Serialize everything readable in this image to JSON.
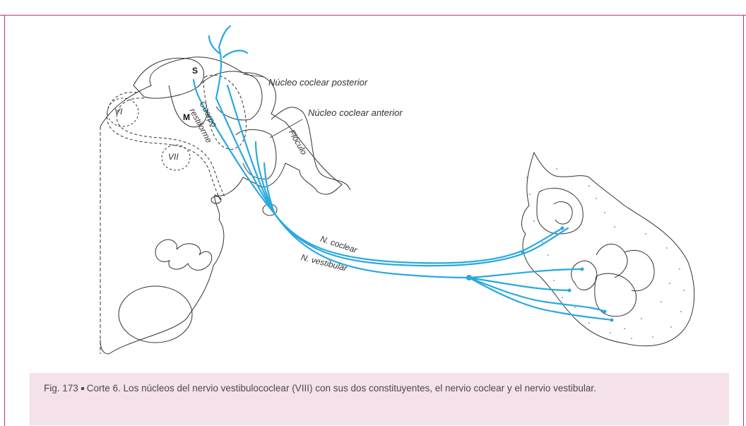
{
  "labels": {
    "s": "S",
    "m": "M",
    "cuerpo": "Cuerpo",
    "restiforme": "restiforme",
    "vi": "VI",
    "vii": "VII",
    "nucleo_posterior": "Núcleo coclear posterior",
    "nucleo_anterior": "Núcleo coclear anterior",
    "floculo": "Flóculo",
    "n_coclear": "N. coclear",
    "n_vestibular": "N. vestibular"
  },
  "caption": {
    "fig_number": "Fig. 173",
    "text": "Corte 6. Los núcleos del nervio vestibulococlear (VIII) con sus dos constituyentes, el nervio coclear y el nervio vestibular."
  },
  "colors": {
    "accent_border": "#c0317c",
    "caption_bg": "#f4e1ea",
    "nerve_fibers": "#29a9e0"
  }
}
